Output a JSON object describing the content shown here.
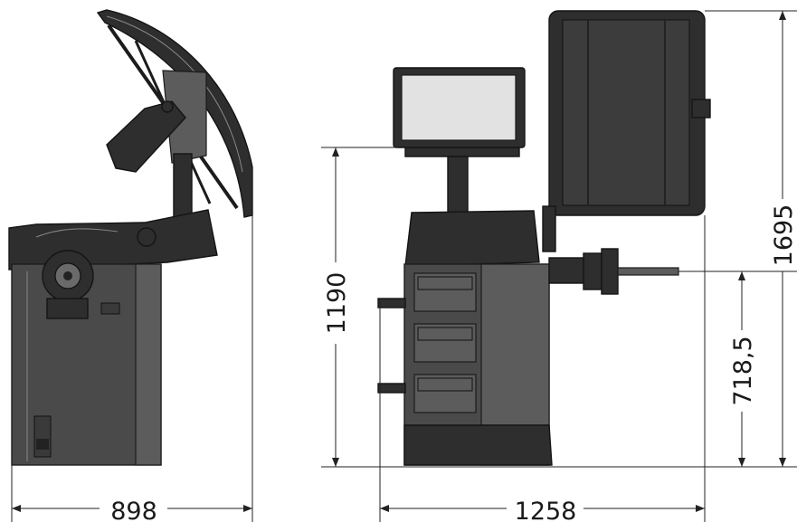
{
  "dimensions": {
    "side_width": "898",
    "front_width": "1258",
    "height_table": "1190",
    "height_total": "1695",
    "height_shaft": "718,5"
  },
  "colors": {
    "machine_body": "#4a4a4a",
    "machine_dark": "#2e2e2e",
    "screen": "#e2e2e2",
    "lines": "#222222"
  }
}
